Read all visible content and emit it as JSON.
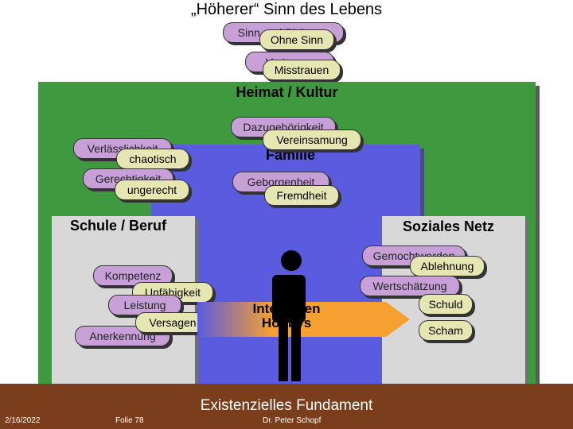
{
  "title": "„Höherer“ Sinn des Lebens",
  "top": {
    "sinn_pos": "Sinn und Richtung",
    "sinn_neg": "Ohne Sinn",
    "ver_pos": "Vertrauen",
    "ver_neg": "Misstrauen"
  },
  "heimat": {
    "title": "Heimat / Kultur",
    "zug_pos": "Dazugehörigkeit",
    "zug_neg": "Vereinsamung"
  },
  "familie": {
    "title": "Familie",
    "geb_pos": "Geborgenheit",
    "geb_neg": "Fremdheit"
  },
  "left_top": {
    "verl_pos": "Verlässlichkeit",
    "verl_neg": "chaotisch",
    "ger_pos": "Gerechtigkeit",
    "ger_neg": "ungerecht"
  },
  "schule": {
    "title": "Schule / Beruf",
    "komp_pos": "Kompetenz",
    "komp_neg": "Unfähigkeit",
    "leist_pos": "Leistung",
    "leist_neg": "Versagen",
    "anerk_pos": "Anerkennung"
  },
  "sozial": {
    "title": "Soziales Netz",
    "gem_pos": "Gemochtwerden",
    "gem_neg": "Ablehnung",
    "wert_pos": "Wertschätzung",
    "wert_neg": "Schuld",
    "scham": "Scham"
  },
  "center": {
    "line1": "Interessen",
    "line2": "Hobbys",
    "person_icon": "person-icon"
  },
  "fundament": {
    "title": "Existenzielles Fundament",
    "date": "2/16/2022",
    "folie": "Folie 78",
    "author": "Dr. Peter Schopf"
  },
  "colors": {
    "green": "#3f9a3f",
    "blue": "#5b5be0",
    "grey": "#d8d8d8",
    "brown": "#7a3e1c",
    "positive_pill": "#c7a0d8",
    "negative_pill": "#e6e6b3",
    "arrow": "#f5a030"
  }
}
